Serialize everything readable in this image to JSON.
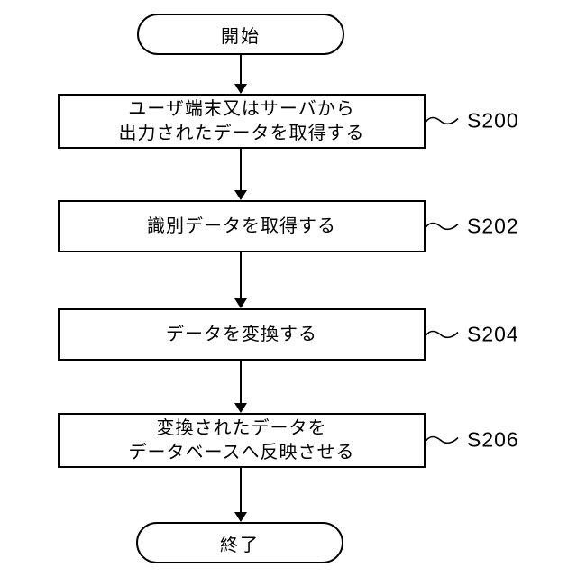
{
  "flowchart": {
    "start_label": "開始",
    "end_label": "終了",
    "steps": [
      {
        "text": "ユーザ端末又はサーバから\n出力されたデータを取得する",
        "tag": "S200"
      },
      {
        "text": "識別データを取得する",
        "tag": "S202"
      },
      {
        "text": "データを変換する",
        "tag": "S204"
      },
      {
        "text": "変換されたデータを\nデータベースへ反映させる",
        "tag": "S206"
      }
    ],
    "colors": {
      "line": "#000000",
      "background": "#ffffff",
      "box_fill": "#ffffff",
      "text": "#000000"
    }
  }
}
